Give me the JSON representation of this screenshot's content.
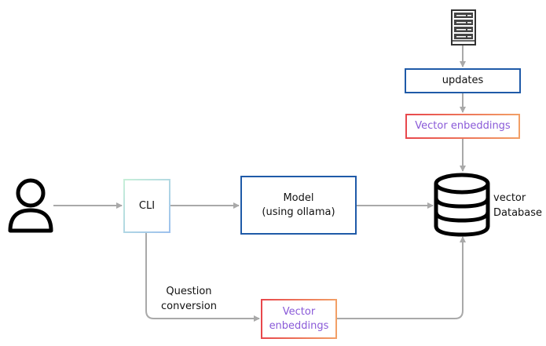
{
  "diagram": {
    "nodes": {
      "user": {
        "icon": "user-icon"
      },
      "server": {
        "icon": "server-icon"
      },
      "cli": {
        "label": "CLI"
      },
      "model": {
        "line1": "Model",
        "line2": "(using ollama)"
      },
      "updates": {
        "label": "updates"
      },
      "vector_top": {
        "label": "Vector enbeddings"
      },
      "vector_bottom": {
        "line1": "Vector",
        "line2": "enbeddings"
      },
      "database": {
        "icon": "database-icon",
        "line1": "vector",
        "line2": "Database"
      }
    },
    "edge_labels": {
      "question_conversion": {
        "line1": "Question",
        "line2": "conversion"
      }
    },
    "colors": {
      "arrow": "#a9a9a9",
      "blue_border": "#1f5aa8",
      "gradient_start": "#e8474c",
      "gradient_end": "#f2a066",
      "purple_text": "#8a5ad8"
    }
  }
}
